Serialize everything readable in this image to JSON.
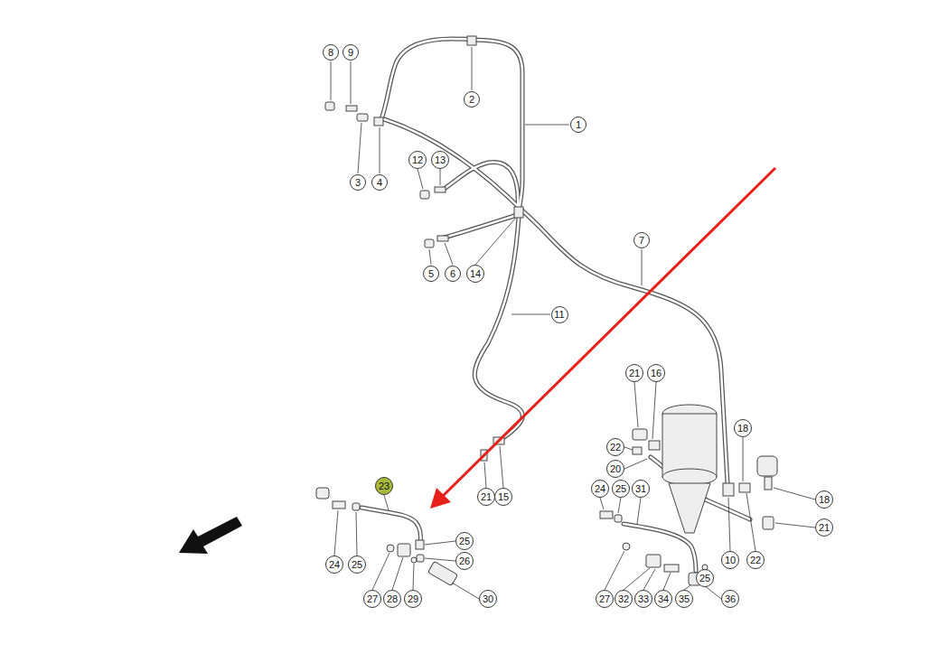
{
  "diagram": {
    "nodes": [
      {
        "text": [
          "8"
        ]
      },
      {
        "text": [
          "9"
        ]
      },
      {
        "text": [
          "2"
        ]
      },
      {
        "text": [
          "1"
        ]
      },
      {
        "text": [
          "12"
        ]
      },
      {
        "text": [
          "13"
        ]
      },
      {
        "text": [
          "3"
        ]
      },
      {
        "text": [
          "4"
        ]
      },
      {
        "text": [
          "7"
        ]
      },
      {
        "text": [
          "5"
        ]
      },
      {
        "text": [
          "6"
        ]
      },
      {
        "text": [
          "14"
        ]
      },
      {
        "text": [
          "11"
        ]
      },
      {
        "text": [
          "21"
        ]
      },
      {
        "text": [
          "16"
        ]
      },
      {
        "text": [
          "18"
        ]
      },
      {
        "text": [
          "22"
        ]
      },
      {
        "text": [
          "20"
        ]
      },
      {
        "text": [
          "23"
        ]
      },
      {
        "text": [
          "24"
        ]
      },
      {
        "text": [
          "25"
        ]
      },
      {
        "text": [
          "31"
        ]
      },
      {
        "text": [
          "21"
        ]
      },
      {
        "text": [
          "15"
        ]
      },
      {
        "text": [
          "18"
        ]
      },
      {
        "text": [
          "21"
        ]
      },
      {
        "text": [
          "25"
        ]
      },
      {
        "text": [
          "10"
        ]
      },
      {
        "text": [
          "22"
        ]
      },
      {
        "text": [
          "26"
        ]
      },
      {
        "text": [
          "24"
        ]
      },
      {
        "text": [
          "25"
        ]
      },
      {
        "text": [
          "25"
        ]
      },
      {
        "text": [
          "27"
        ]
      },
      {
        "text": [
          "28"
        ]
      },
      {
        "text": [
          "29"
        ]
      },
      {
        "text": [
          "30"
        ]
      },
      {
        "text": [
          "27"
        ]
      },
      {
        "text": [
          "32"
        ]
      },
      {
        "text": [
          "33"
        ]
      },
      {
        "text": [
          "34"
        ]
      },
      {
        "text": [
          "35"
        ]
      },
      {
        "text": [
          "36"
        ]
      }
    ]
  }
}
